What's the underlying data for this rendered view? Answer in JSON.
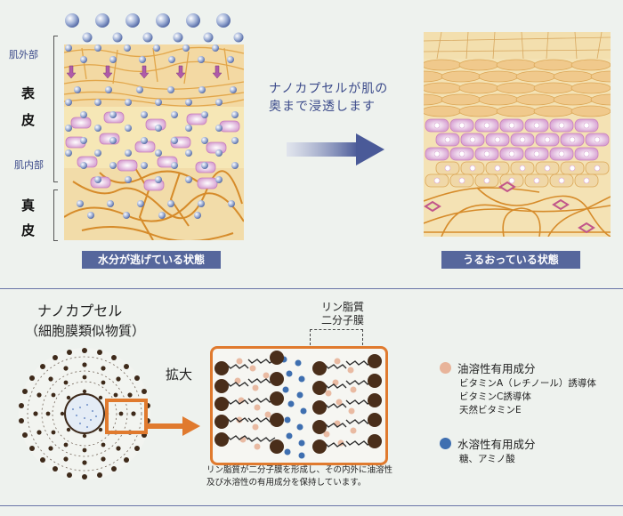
{
  "top": {
    "side_labels": {
      "outer": "肌外部",
      "inner": "肌内部"
    },
    "layer_labels": {
      "epidermis": [
        "表",
        "皮"
      ],
      "dermis": [
        "真",
        "皮"
      ]
    },
    "left_panel": {
      "caption": "水分が逃げている状態"
    },
    "headline": {
      "line1": "ナノカプセルが肌の",
      "line2": "奥まで浸透します"
    },
    "right_panel": {
      "caption": "うるおっている状態"
    }
  },
  "bottom": {
    "title": "ナノカプセル",
    "subtitle": "（細胞膜類似物質）",
    "zoom_label": "拡大",
    "membrane_label": {
      "line1": "リン脂質",
      "line2": "二分子膜"
    },
    "note": {
      "line1": "リン脂質が二分子膜を形成し、その内外に油溶性",
      "line2": "及び水溶性の有用成分を保持しています。"
    },
    "legend": [
      {
        "heading": "油溶性有用成分",
        "color": "#e8b49a",
        "items": [
          "ビタミンA（レチノール）誘導体",
          "ビタミンC誘導体",
          "天然ビタミンE"
        ]
      },
      {
        "heading": "水溶性有用成分",
        "color": "#3f6fb0",
        "items": [
          "糖、アミノ酸"
        ]
      }
    ]
  },
  "colors": {
    "caption_bg": "#56679c",
    "accent_orange": "#e07a2e",
    "headline_blue": "#3b4a8a",
    "lipid_head": "#4a2e1a",
    "water_dot": "#3f6fb0",
    "oil_dot": "#e8b49a"
  }
}
